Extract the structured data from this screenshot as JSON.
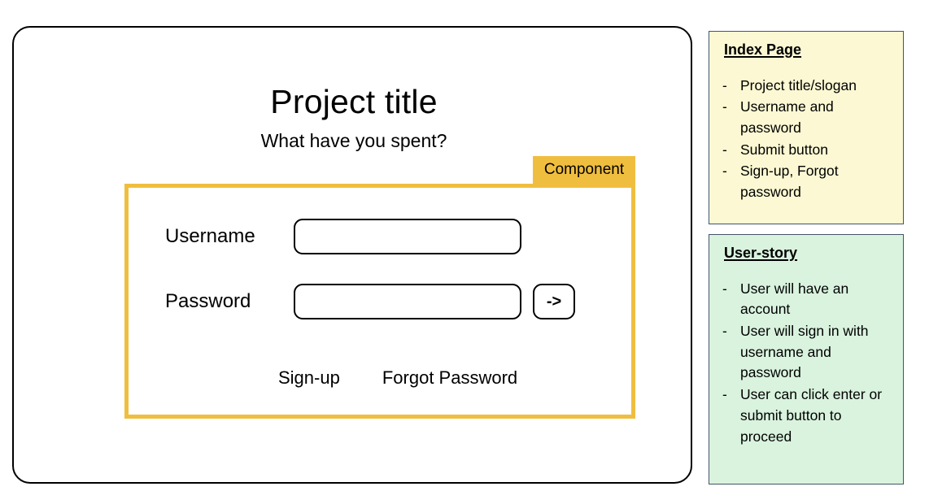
{
  "wireframe": {
    "project_title": "Project title",
    "slogan": "What have you spent?",
    "component_tab_label": "Component",
    "form": {
      "username_label": "Username",
      "username_value": "",
      "password_label": "Password",
      "password_value": "",
      "submit_label": "->",
      "signup_link": "Sign-up",
      "forgot_link": "Forgot Password"
    }
  },
  "notes": {
    "index_page": {
      "title": "Index Page",
      "bullet_marker": "-",
      "items": [
        "Project title/slogan",
        "Username and password",
        "Submit button",
        "Sign-up, Forgot password"
      ]
    },
    "user_story": {
      "title": "User-story",
      "bullet_marker": "-",
      "items": [
        "User will have an account",
        "User will sign in with username and password",
        "User can click enter or submit button to proceed"
      ]
    }
  },
  "colors": {
    "component_accent": "#F0BE3F",
    "note_border": "#44546A",
    "note_index_bg": "#FBF8D3",
    "note_userstory_bg": "#D9F3DE",
    "outline": "#000000"
  }
}
